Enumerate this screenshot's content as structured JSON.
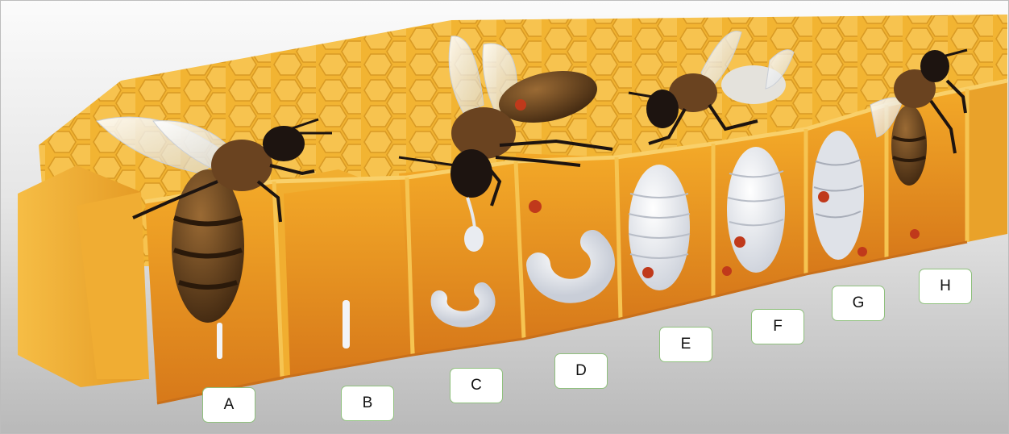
{
  "labels": {
    "a": "A",
    "b": "B",
    "c": "C",
    "d": "D",
    "e": "E",
    "f": "F",
    "g": "G",
    "h": "H"
  },
  "colors": {
    "honeycomb": "#e8a21e",
    "cell_interior": "#e0881a",
    "wax_rim": "#f5c24a",
    "larva": "#eef0f4",
    "bee_body": "#4a2f14",
    "mite": "#c0391b",
    "label_border": "#8fc07d"
  }
}
